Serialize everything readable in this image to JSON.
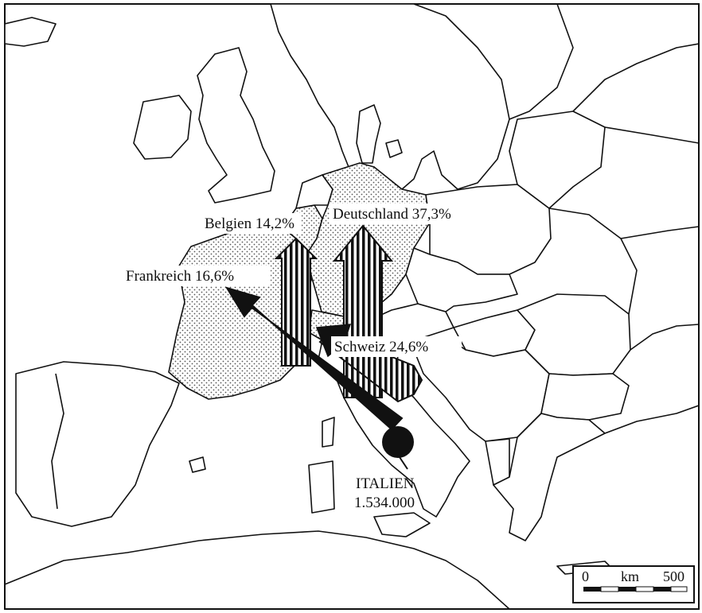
{
  "map": {
    "colors": {
      "ink": "#111111",
      "land": "#ffffff",
      "dot_fill": "#555555"
    },
    "flows": [
      {
        "destination": "Deutschland",
        "label": "Deutschland 37,3%",
        "share_pct": 37.3
      },
      {
        "destination": "Schweiz",
        "label": "Schweiz 24,6%",
        "share_pct": 24.6
      },
      {
        "destination": "Frankreich",
        "label": "Frankreich 16,6%",
        "share_pct": 16.6
      },
      {
        "destination": "Belgien",
        "label": "Belgien 14,2%",
        "share_pct": 14.2
      }
    ],
    "origin": {
      "name": "ITALIEN",
      "total": "1.534.000"
    },
    "scale_bar": {
      "start": "0",
      "unit": "km",
      "end": "500"
    }
  }
}
